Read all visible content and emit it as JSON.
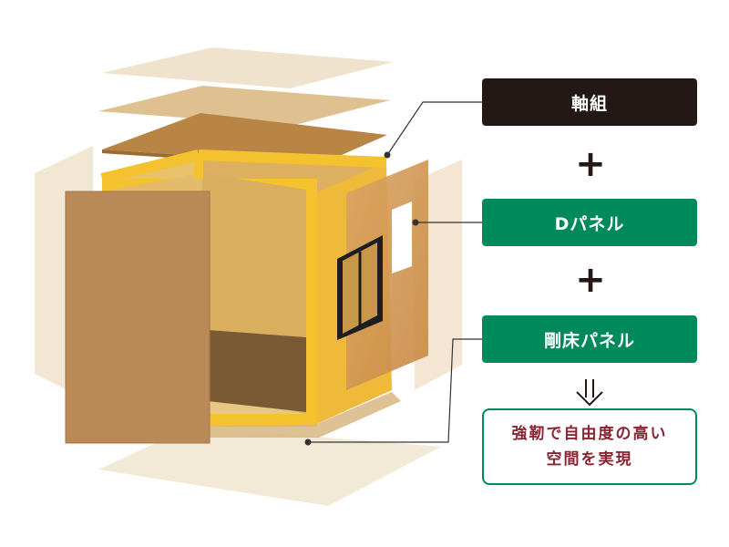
{
  "labels": {
    "frame": "軸組",
    "d_panel": "Dパネル",
    "floor_panel": "剛床パネル",
    "result_line1": "強靭で自由度の高い",
    "result_line2": "空間を実現"
  },
  "symbols": {
    "plus": "+"
  },
  "icons": {
    "arrow": "double-down-arrow-icon"
  },
  "colors": {
    "dark_box": "#231815",
    "green_box": "#008a5c",
    "result_text": "#8a2432",
    "frame_yellow": "#f3c22e",
    "panel_brown": "#c99859"
  }
}
